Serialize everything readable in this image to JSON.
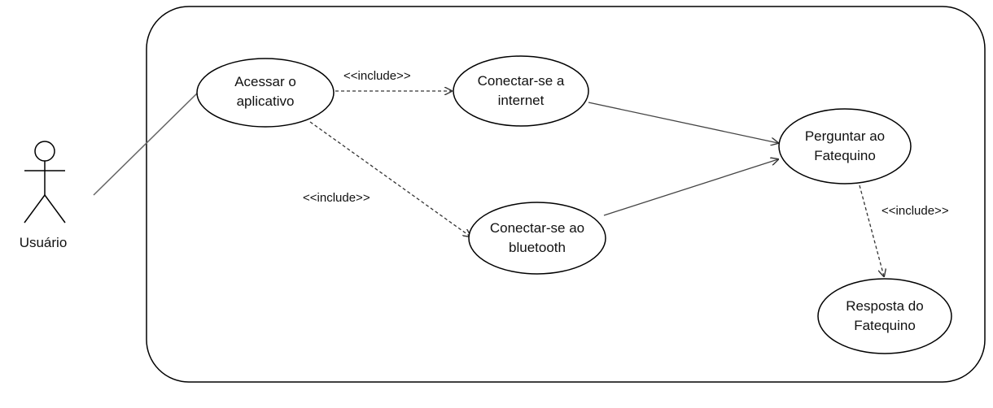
{
  "actor": {
    "name": "Usuário"
  },
  "use_cases": {
    "acessar": {
      "line1": "Acessar o",
      "line2": "aplicativo"
    },
    "internet": {
      "line1": "Conectar-se a",
      "line2": "internet"
    },
    "bluetooth": {
      "line1": "Conectar-se ao",
      "line2": "bluetooth"
    },
    "perguntar": {
      "line1": "Perguntar ao",
      "line2": "Fatequino"
    },
    "resposta": {
      "line1": "Resposta do",
      "line2": "Fatequino"
    }
  },
  "relations": {
    "include_internet": "<<include>>",
    "include_bluetooth": "<<include>>",
    "include_resposta": "<<include>>"
  },
  "colors": {
    "stroke": "#000000",
    "line": "#666666",
    "text": "#111111",
    "background": "#ffffff"
  }
}
